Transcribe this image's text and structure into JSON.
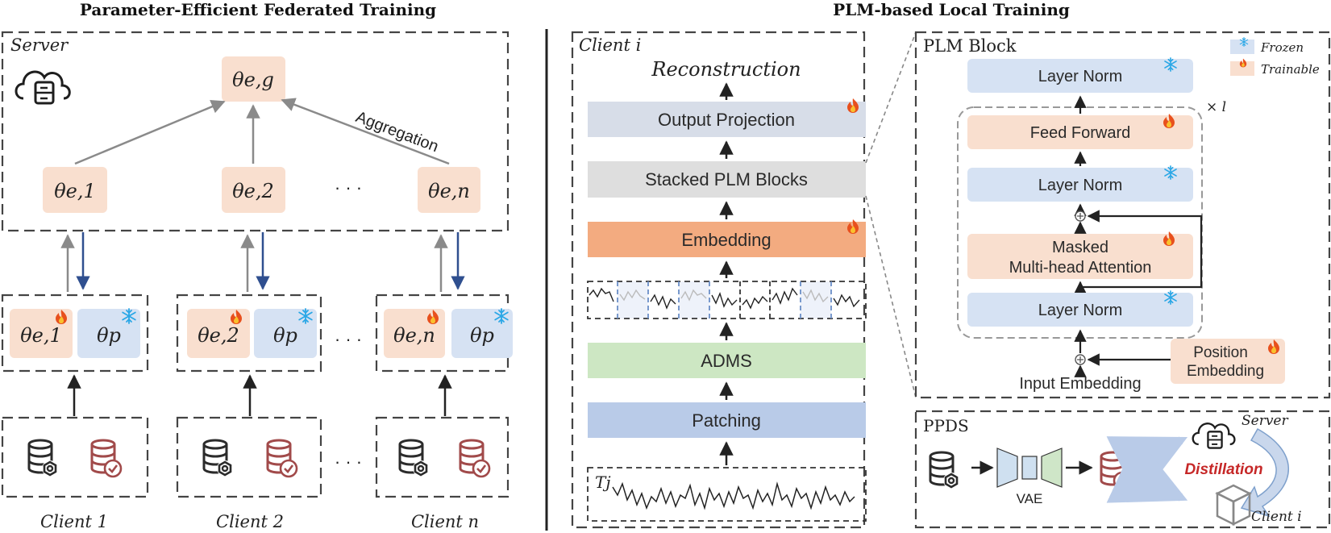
{
  "left_title": "Parameter-Efficient Federated Training",
  "right_title": "PLM-based Local Training",
  "server": {
    "label": "Server",
    "global_param": "θe,g",
    "aggregation": "Aggregation",
    "params": [
      "θe,1",
      "θe,2",
      "θe,n"
    ],
    "dots": "· · ·"
  },
  "clients": [
    {
      "label": "Client 1",
      "trainable": "θe,1",
      "frozen": "θp"
    },
    {
      "label": "Client 2",
      "trainable": "θe,2",
      "frozen": "θp"
    },
    {
      "label": "Client n",
      "trainable": "θe,n",
      "frozen": "θp"
    }
  ],
  "client_i": {
    "label": "Client i",
    "reconstruction": "Reconstruction",
    "output_projection": "Output Projection",
    "stacked_plm": "Stacked PLM Blocks",
    "embedding": "Embedding",
    "admS": "ADMS",
    "patching": "Patching",
    "series_label": "Tj"
  },
  "plm_block": {
    "title": "PLM Block",
    "legend_frozen": "Frozen",
    "legend_trainable": "Trainable",
    "layer_norm_top": "Layer Norm",
    "feed_forward": "Feed Forward",
    "layer_norm_mid": "Layer Norm",
    "attention_line1": "Masked",
    "attention_line2": "Multi-head Attention",
    "layer_norm_bottom": "Layer Norm",
    "repeat": "× l",
    "position_line1": "Position",
    "position_line2": "Embedding",
    "input_embedding": "Input Embedding"
  },
  "ppds": {
    "title": "PPDS",
    "vae": "VAE",
    "server": "Server",
    "distillation": "Distillation",
    "client": "Client i"
  },
  "colors": {
    "trainable": "#f9dfcf",
    "frozen": "#d6e2f3",
    "output_projection": "#d7dde8",
    "stacked": "#dedede",
    "embedding": "#f3ab80",
    "adms": "#cde7c3",
    "patching": "#b9cbe8",
    "db_dark": "#2b2b2b",
    "db_red": "#a14a4a",
    "arrow_up": "#8a8a8a",
    "arrow_down": "#2f4f8f",
    "distill_red": "#c62828",
    "snow": "#2aa7e6"
  }
}
